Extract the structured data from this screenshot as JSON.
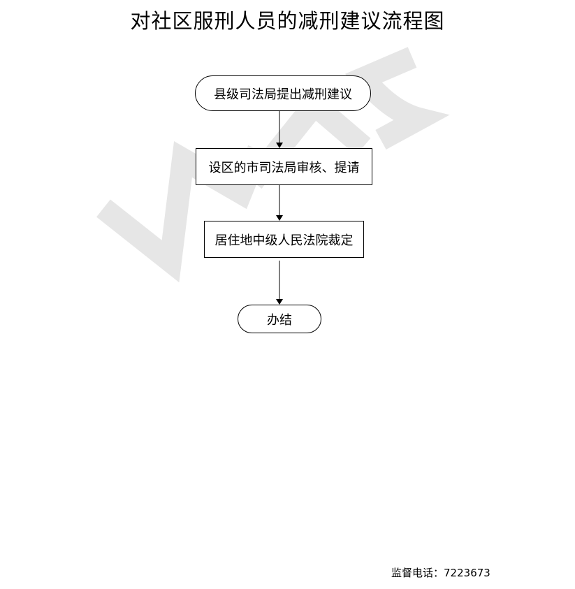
{
  "title": "对社区服刑人员的减刑建议流程图",
  "watermark": {
    "color": "#e6e6e6"
  },
  "flow": {
    "start": "县级司法局提出减刑建议",
    "step2": "设区的市司法局审核、提请",
    "step3": "居住地中级人民法院裁定",
    "end": "办结"
  },
  "footer": {
    "label": "监督电话：",
    "phone": "7223673"
  }
}
